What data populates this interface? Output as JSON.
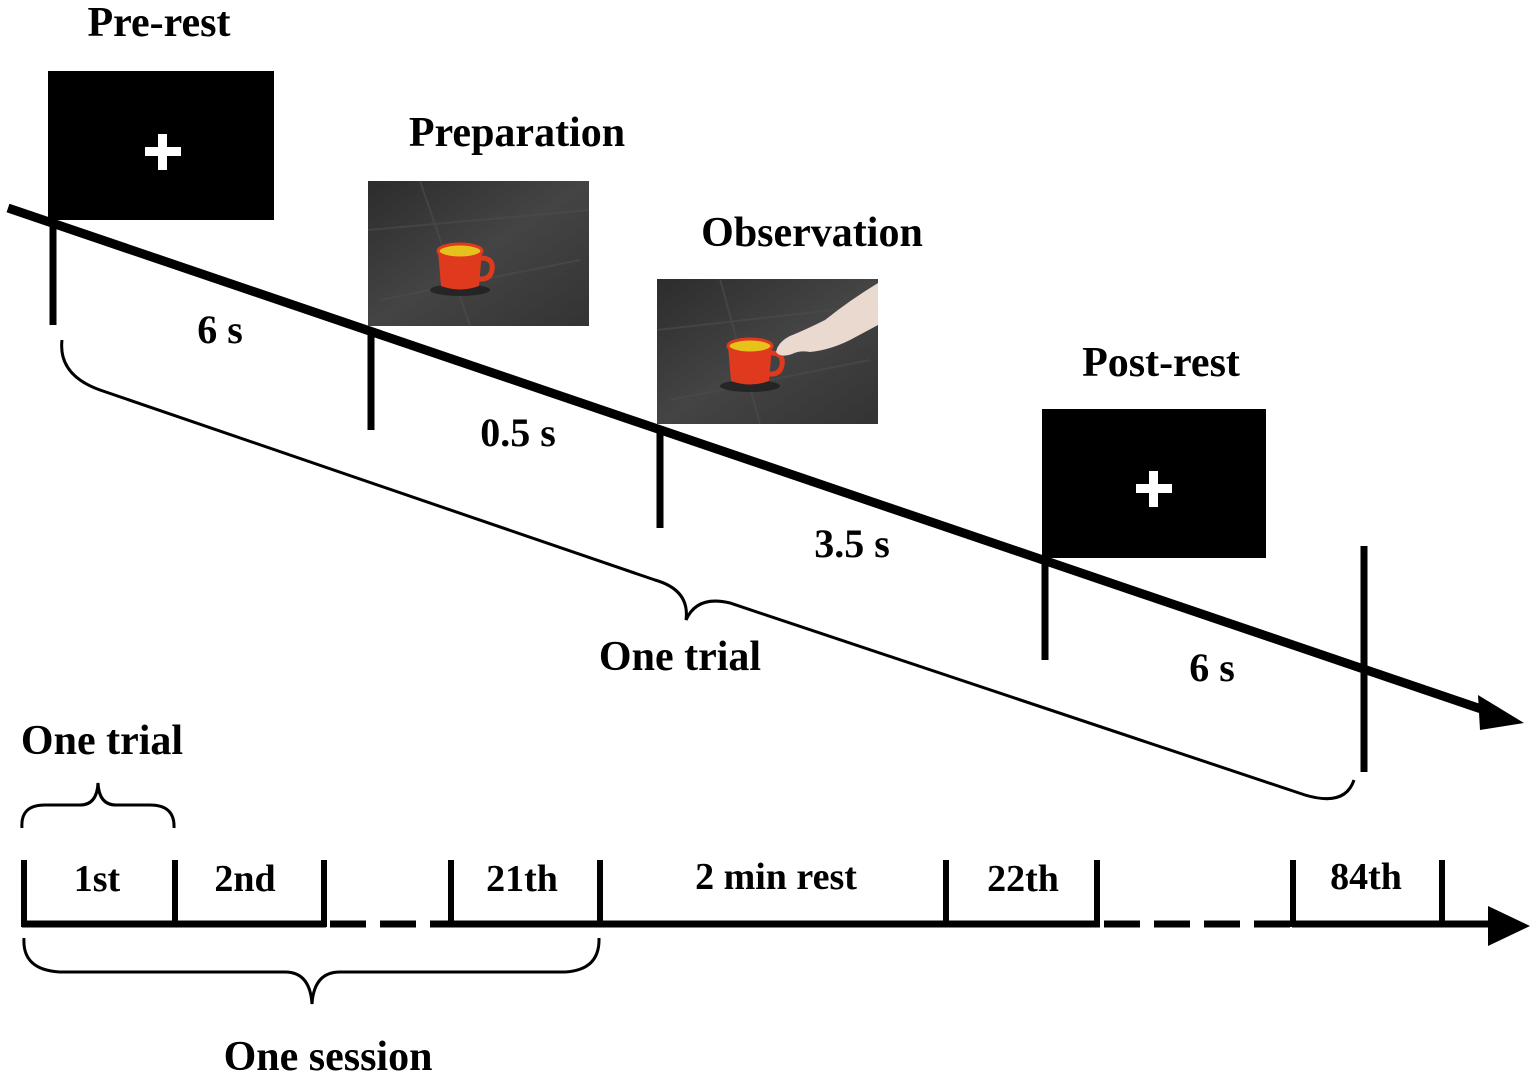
{
  "phases": {
    "pre_rest": {
      "label": "Pre-rest",
      "duration": "6 s",
      "stimulus": "fixation cross",
      "symbol": "+"
    },
    "preparation": {
      "label": "Preparation",
      "duration": "0.5 s",
      "stimulus": "red cup on dark cloth"
    },
    "observation": {
      "label": "Observation",
      "duration": "3.5 s",
      "stimulus": "hand grasping red cup"
    },
    "post_rest": {
      "label": "Post-rest",
      "duration": "6 s",
      "stimulus": "fixation cross",
      "symbol": "+"
    }
  },
  "trial_brace_label": "One trial",
  "session_timeline": {
    "trial_label": "One trial",
    "session_label": "One session",
    "blocks": [
      "1st",
      "2nd",
      "21th",
      "2 min rest",
      "22th",
      "84th"
    ]
  },
  "colors": {
    "ink": "#000000",
    "background": "#ffffff",
    "cloth": "#3b3b3b",
    "cup": "#e03a1e",
    "tea": "#e7c21c"
  }
}
